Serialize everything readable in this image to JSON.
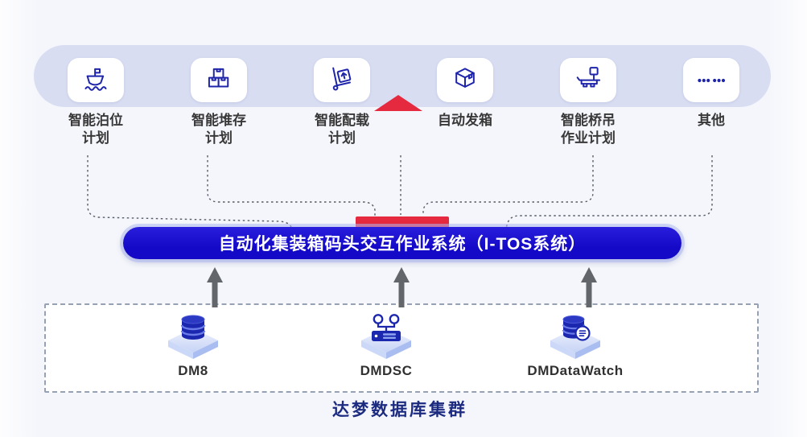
{
  "top_bar": {
    "modules": [
      {
        "icon": "ship-icon",
        "lines": [
          "智能泊位",
          "计划"
        ]
      },
      {
        "icon": "stacked-boxes-icon",
        "lines": [
          "智能堆存",
          "计划"
        ]
      },
      {
        "icon": "hand-truck-icon",
        "lines": [
          "智能配载",
          "计划"
        ]
      },
      {
        "icon": "cube-icon",
        "lines": [
          "自动发箱"
        ]
      },
      {
        "icon": "gantry-crane-icon",
        "lines": [
          "智能桥吊",
          "作业计划"
        ]
      },
      {
        "icon": "dots-icon",
        "lines": [
          "其他"
        ]
      }
    ]
  },
  "tos_bar": {
    "label": "自动化集装箱码头交互作业系统（I-TOS系统）"
  },
  "db_cluster": {
    "title": "达梦数据库集群",
    "items": [
      {
        "icon": "database-icon",
        "label": "DM8"
      },
      {
        "icon": "server-cluster-icon",
        "label": "DMDSC"
      },
      {
        "icon": "database-watch-icon",
        "label": "DMDataWatch"
      }
    ]
  },
  "colors": {
    "bar_bg": "#d8ddf2",
    "accent_red": "#e5293f",
    "pill_blue": "#1410cf",
    "icon_navy": "#1f25ab",
    "arrow_gray": "#63666b",
    "cluster_title": "#1c2a80",
    "box_border": "#97a1b4"
  }
}
